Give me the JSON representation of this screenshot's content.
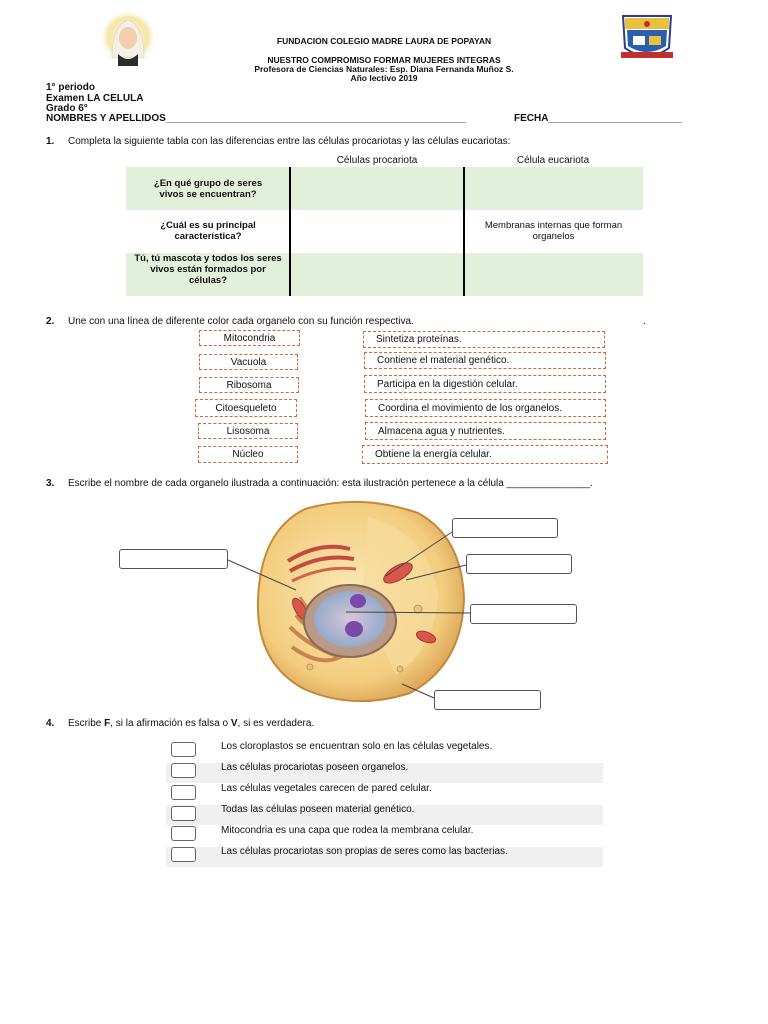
{
  "header": {
    "school": "FUNDACION COLEGIO MADRE LAURA DE POPAYAN",
    "motto": "NUESTRO COMPROMISO FORMAR MUJERES INTEGRAS",
    "teacher": "Profesora de Ciencias Naturales: Esp. Diana Fernanda Muñoz S.",
    "year": "Año lectivo 2019",
    "period": "1° periodo",
    "exam": "Examen LA CELULA",
    "grade": "Grado 6°",
    "names_field": "NOMBRES Y APELLIDOS______________________________________________________",
    "date_field": "FECHA________________________"
  },
  "q1": {
    "number": "1.",
    "text": "Completa la siguiente tabla con las diferencias entre las células procariotas y las células eucariotas:",
    "col_prokaryote": "Células procariota",
    "col_eukaryote": "Célula eucariota",
    "rows": [
      {
        "question": "¿En qué grupo de seres vivos se encuentran?",
        "prokaryote": "",
        "eukaryote": ""
      },
      {
        "question": "¿Cuál es su principal característica?",
        "prokaryote": "",
        "eukaryote": "Membranas internas que forman organelos"
      },
      {
        "question": "Tú, tú mascota y todos los seres vivos están formados por células?",
        "prokaryote": "",
        "eukaryote": ""
      }
    ]
  },
  "q2": {
    "number": "2.",
    "text": "Une con una línea de diferente color cada organelo con su función respectiva.",
    "trailing": ".",
    "organelles": [
      "Mitocondria",
      "Vacuola",
      "Ribosoma",
      "Citoesqueleto",
      "Lisosoma",
      "Núcleo"
    ],
    "functions": [
      "Sintetiza proteínas.",
      "Contiene el material genético.",
      "Participa en la digestión celular.",
      "Coordina el movimiento de los organelos.",
      "Almacena agua y nutrientes.",
      "Obtiene la energía celular."
    ]
  },
  "q3": {
    "number": "3.",
    "text": "Escribe el nombre de cada organelo ilustrada a continuación: esta ilustración pertenece a la célula  _______________."
  },
  "q4": {
    "number": "4.",
    "text_parts": [
      "Escribe ",
      "F",
      ", si la afirmación es falsa o ",
      "V",
      ", si es verdadera."
    ],
    "statements": [
      "Los cloroplastos se encuentran solo en las células vegetales.",
      "Las células procariotas poseen organelos.",
      "Las células vegetales carecen de pared celular.",
      "Todas las células poseen material genético.",
      "Mitocondria es una capa que rodea la membrana celular.",
      "Las células procariotas son propias de seres como las bacterias."
    ]
  },
  "colors": {
    "table_green": "#e2efda",
    "dashed_border": "#c96b3a"
  }
}
